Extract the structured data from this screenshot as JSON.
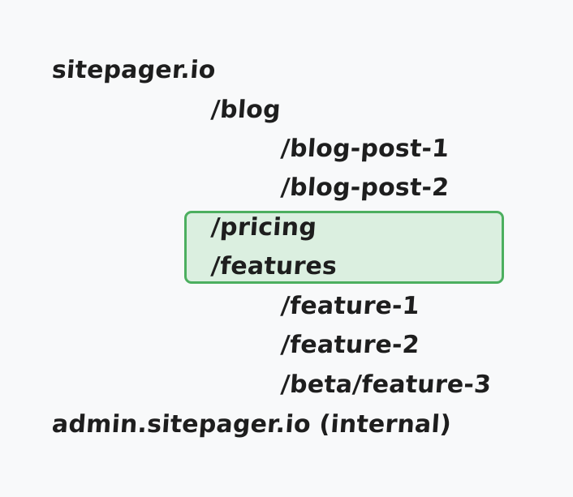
{
  "diagram": {
    "type": "url-tree",
    "highlight": {
      "fill": "#dbefe0",
      "stroke": "#4caf5f",
      "items": [
        "/pricing",
        "/features"
      ]
    },
    "nodes": [
      {
        "label": "sitepager.io",
        "level": 0
      },
      {
        "label": "/blog",
        "level": 1
      },
      {
        "label": "/blog-post-1",
        "level": 2
      },
      {
        "label": "/blog-post-2",
        "level": 2
      },
      {
        "label": "/pricing",
        "level": 1,
        "highlighted": true
      },
      {
        "label": "/features",
        "level": 1,
        "highlighted": true
      },
      {
        "label": "/feature-1",
        "level": 2
      },
      {
        "label": "/feature-2",
        "level": 2
      },
      {
        "label": "/beta/feature-3",
        "level": 2
      },
      {
        "label": "admin.sitepager.io (internal)",
        "level": 0
      }
    ]
  }
}
